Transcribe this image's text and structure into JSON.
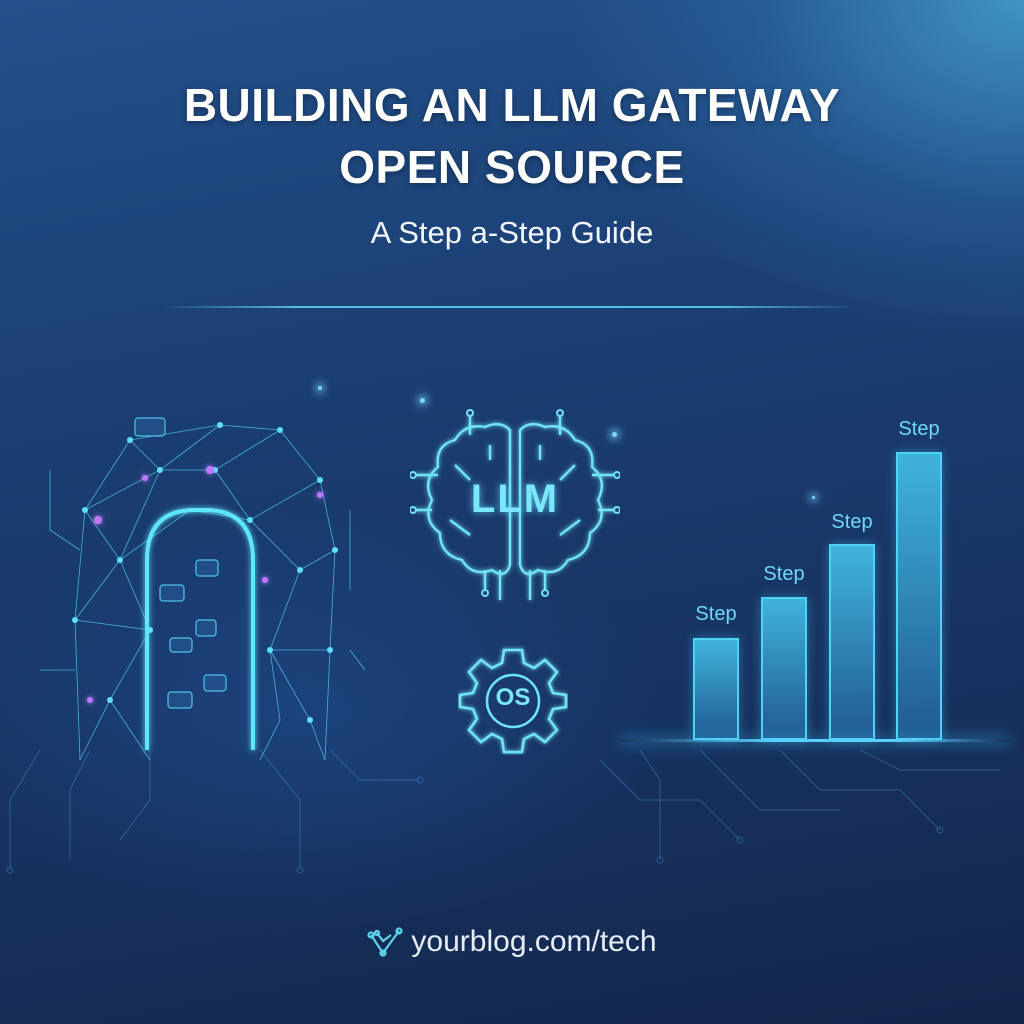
{
  "header": {
    "title_line1": "BUILDING AN LLM GATEWAY",
    "title_line2": "OPEN SOURCE",
    "subtitle": "A Step a-Step Guide"
  },
  "illustrations": {
    "gateway": {
      "icon": "network-archway-icon"
    },
    "brain": {
      "icon": "circuit-brain-icon",
      "label": "LLM"
    },
    "gear": {
      "icon": "gear-icon",
      "label": "OS"
    }
  },
  "chart_data": {
    "type": "bar",
    "title": "",
    "categories": [
      "Step",
      "Step",
      "Step",
      "Step"
    ],
    "values": [
      1,
      1.4,
      1.8,
      2.7
    ],
    "xlabel": "",
    "ylabel": "",
    "grid": false,
    "legend": "none",
    "colors": {
      "bar": "#4fd3f4",
      "label": "#6fd8f6"
    }
  },
  "footer": {
    "icon": "check-network-logo-icon",
    "url": "yourblog.com/tech"
  },
  "colors": {
    "background_top": "#22508a",
    "background_bottom": "#13264a",
    "accent": "#4fd3f4",
    "purple_accent": "#b06cff"
  }
}
